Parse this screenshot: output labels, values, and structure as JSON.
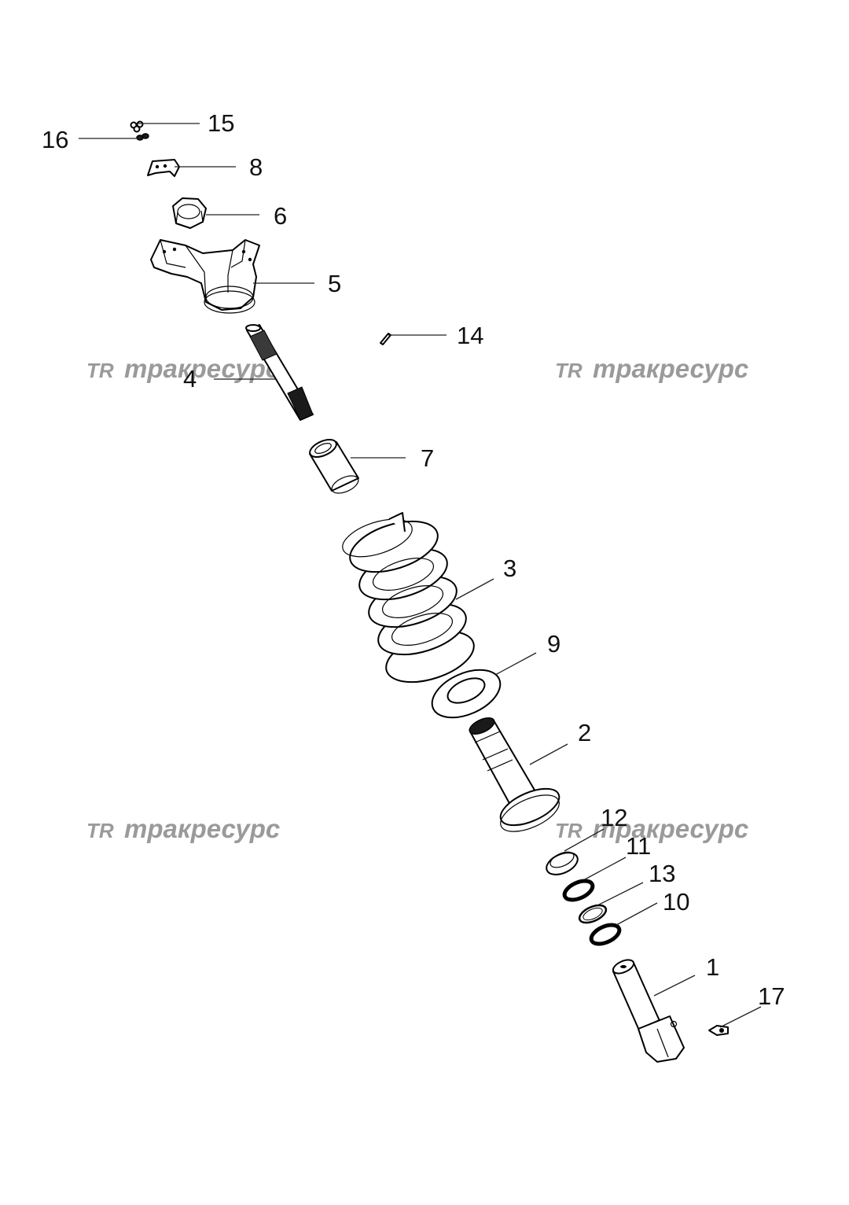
{
  "callouts": {
    "c1": "1",
    "c2": "2",
    "c3": "3",
    "c4": "4",
    "c5": "5",
    "c6": "6",
    "c7": "7",
    "c8": "8",
    "c9": "9",
    "c10": "10",
    "c11": "11",
    "c12": "12",
    "c13": "13",
    "c14": "14",
    "c15": "15",
    "c16": "16",
    "c17": "17"
  },
  "watermark": {
    "logo_text": "TR",
    "brand_text": "тракресурс"
  },
  "colors": {
    "line": "#000000",
    "watermark": "#9a9a9a",
    "background": "#ffffff"
  }
}
